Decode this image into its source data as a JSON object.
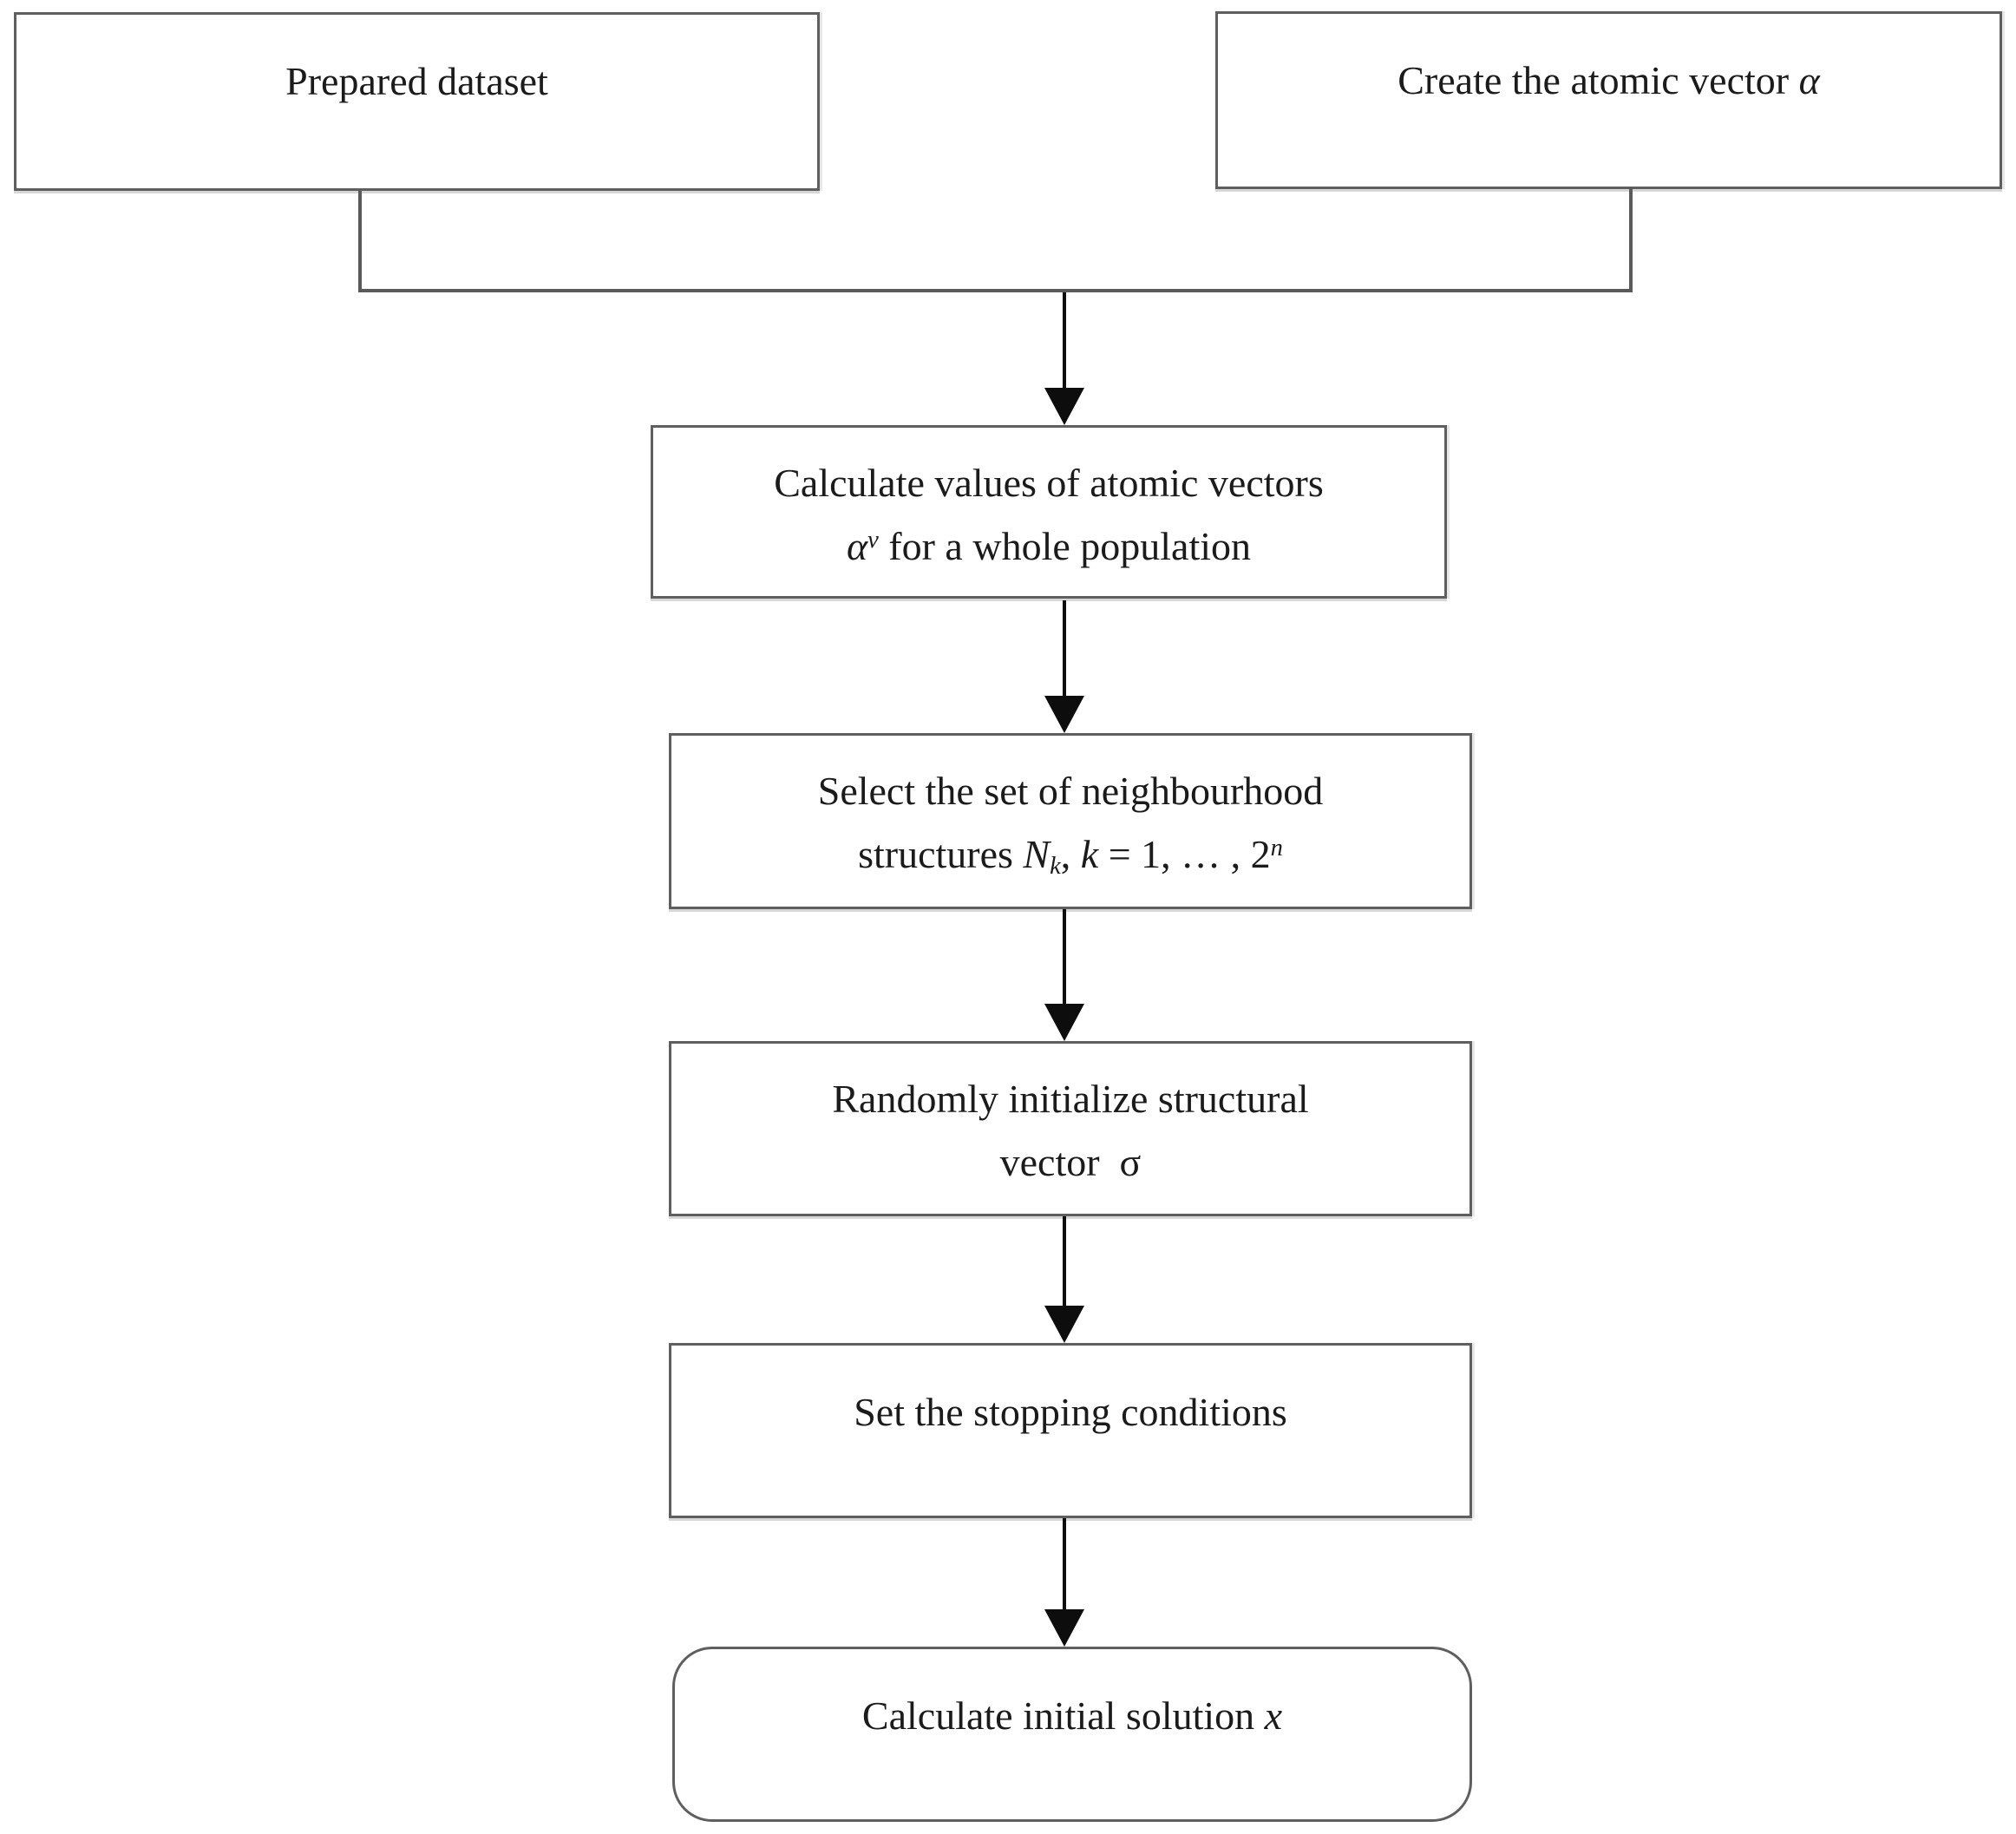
{
  "figure": {
    "type": "flowchart",
    "background": "#ffffff",
    "box_border_color": "#5f5f5f",
    "connector_color": "#5a5a5a",
    "arrow_color": "#0d0d0d",
    "text_color": "#1b1b1b"
  },
  "nodes": [
    {
      "id": "prepared-dataset",
      "shape": "rect",
      "text": "Prepared dataset",
      "lines": [
        [
          {
            "t": "Prepared dataset"
          }
        ]
      ]
    },
    {
      "id": "create-atomic-vector",
      "shape": "rect",
      "text": "Create the atomic vector α",
      "lines": [
        [
          {
            "t": "Create the atomic vector "
          },
          {
            "t": "α",
            "i": true
          }
        ]
      ]
    },
    {
      "id": "calc-atomic-vectors",
      "shape": "rect",
      "text": "Calculate values of atomic vectors αᵛ for a whole population",
      "lines": [
        [
          {
            "t": "Calculate values of atomic vectors"
          }
        ],
        [
          {
            "t": "α",
            "i": true
          },
          {
            "t": "v",
            "i": true,
            "sup": true
          },
          {
            "t": " for a whole population"
          }
        ]
      ]
    },
    {
      "id": "select-neighbourhood",
      "shape": "rect",
      "text": "Select the set of neighbourhood structures Nₖ, k = 1, …, 2ⁿ",
      "lines": [
        [
          {
            "t": "Select the set of neighbourhood"
          }
        ],
        [
          {
            "t": "structures "
          },
          {
            "t": "N",
            "i": true
          },
          {
            "t": "k",
            "i": true,
            "sub": true
          },
          {
            "t": ", "
          },
          {
            "t": "k",
            "i": true
          },
          {
            "t": " = 1, … , 2"
          },
          {
            "t": "n",
            "i": true,
            "sup": true
          }
        ]
      ]
    },
    {
      "id": "random-init-structural-vector",
      "shape": "rect",
      "text": "Randomly initialize structural vector σ",
      "lines": [
        [
          {
            "t": "Randomly initialize structural"
          }
        ],
        [
          {
            "t": "vector  σ"
          }
        ]
      ]
    },
    {
      "id": "set-stopping-conditions",
      "shape": "rect",
      "text": "Set the stopping conditions",
      "lines": [
        [
          {
            "t": "Set the stopping conditions"
          }
        ]
      ]
    },
    {
      "id": "calc-initial-solution",
      "shape": "rounded",
      "text": "Calculate initial solution x",
      "lines": [
        [
          {
            "t": "Calculate initial solution "
          },
          {
            "t": "x",
            "i": true
          }
        ]
      ]
    }
  ],
  "edges": [
    {
      "from": "prepared-dataset",
      "to": "calc-atomic-vectors"
    },
    {
      "from": "create-atomic-vector",
      "to": "calc-atomic-vectors"
    },
    {
      "from": "calc-atomic-vectors",
      "to": "select-neighbourhood"
    },
    {
      "from": "select-neighbourhood",
      "to": "random-init-structural-vector"
    },
    {
      "from": "random-init-structural-vector",
      "to": "set-stopping-conditions"
    },
    {
      "from": "set-stopping-conditions",
      "to": "calc-initial-solution"
    }
  ]
}
